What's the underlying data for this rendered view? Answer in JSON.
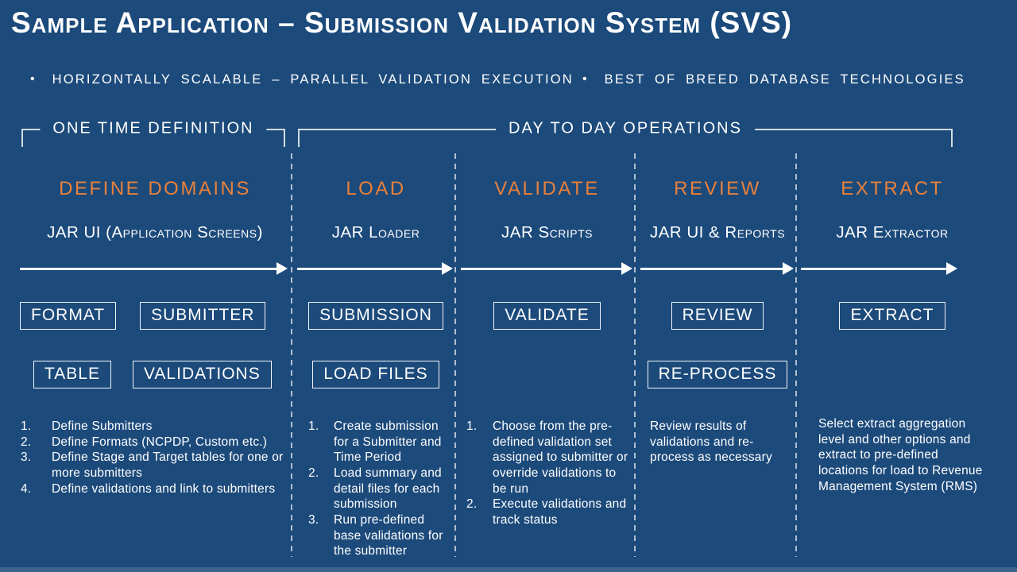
{
  "slide_title": "Sample Application – Submission Validation System (SVS)",
  "bullets": [
    "HORIZONTALLY SCALABLE – PARALLEL VALIDATION EXECUTION",
    "BEST OF BREED DATABASE TECHNOLOGIES"
  ],
  "sections": {
    "one_time_label": "ONE TIME DEFINITION",
    "day_to_day_label": "DAY TO DAY OPERATIONS"
  },
  "colors": {
    "background": "#1C4A7B",
    "accent_orange": "#E8813B",
    "text_white": "#FFFFFF",
    "line_gray": "#D3DCE4"
  },
  "columns": [
    {
      "header": "DEFINE DOMAINS",
      "subheader": "JAR UI (Application Screens)",
      "boxes_row1": [
        "FORMAT",
        "SUBMITTER"
      ],
      "boxes_row2": [
        "TABLE",
        "VALIDATIONS"
      ],
      "items": [
        {
          "n": "1.",
          "t": "Define Submitters"
        },
        {
          "n": "2.",
          "t": "Define Formats (NCPDP, Custom etc.)"
        },
        {
          "n": "3.",
          "t": "Define Stage and Target tables for one or more submitters"
        },
        {
          "n": "4.",
          "t": "Define validations and link to submitters"
        }
      ]
    },
    {
      "header": "LOAD",
      "subheader": "JAR Loader",
      "boxes_row1": [
        "SUBMISSION"
      ],
      "boxes_row2": [
        "LOAD FILES"
      ],
      "items": [
        {
          "n": "1.",
          "t": "Create submission for a Submitter and Time Period"
        },
        {
          "n": "2.",
          "t": "Load summary and detail files for each submission"
        },
        {
          "n": "3.",
          "t": "Run pre-defined base validations for the submitter"
        }
      ]
    },
    {
      "header": "VALIDATE",
      "subheader": "JAR Scripts",
      "boxes_row1": [
        "VALIDATE"
      ],
      "items": [
        {
          "n": "1.",
          "t": "Choose from the pre-defined validation set assigned to submitter or override validations to be run"
        },
        {
          "n": "2.",
          "t": "Execute validations and track status"
        }
      ]
    },
    {
      "header": "REVIEW",
      "subheader": "JAR UI & Reports",
      "boxes_row1": [
        "REVIEW"
      ],
      "boxes_row2": [
        "RE-PROCESS"
      ],
      "items": [
        {
          "n": "",
          "t": "Review results of validations and re-process as necessary"
        }
      ]
    },
    {
      "header": "EXTRACT",
      "subheader": "JAR Extractor",
      "boxes_row1": [
        "EXTRACT"
      ],
      "items": [
        {
          "n": "",
          "t": "Select extract aggregation level and other options and extract to pre-defined locations for load to Revenue Management System (RMS)"
        }
      ]
    }
  ]
}
